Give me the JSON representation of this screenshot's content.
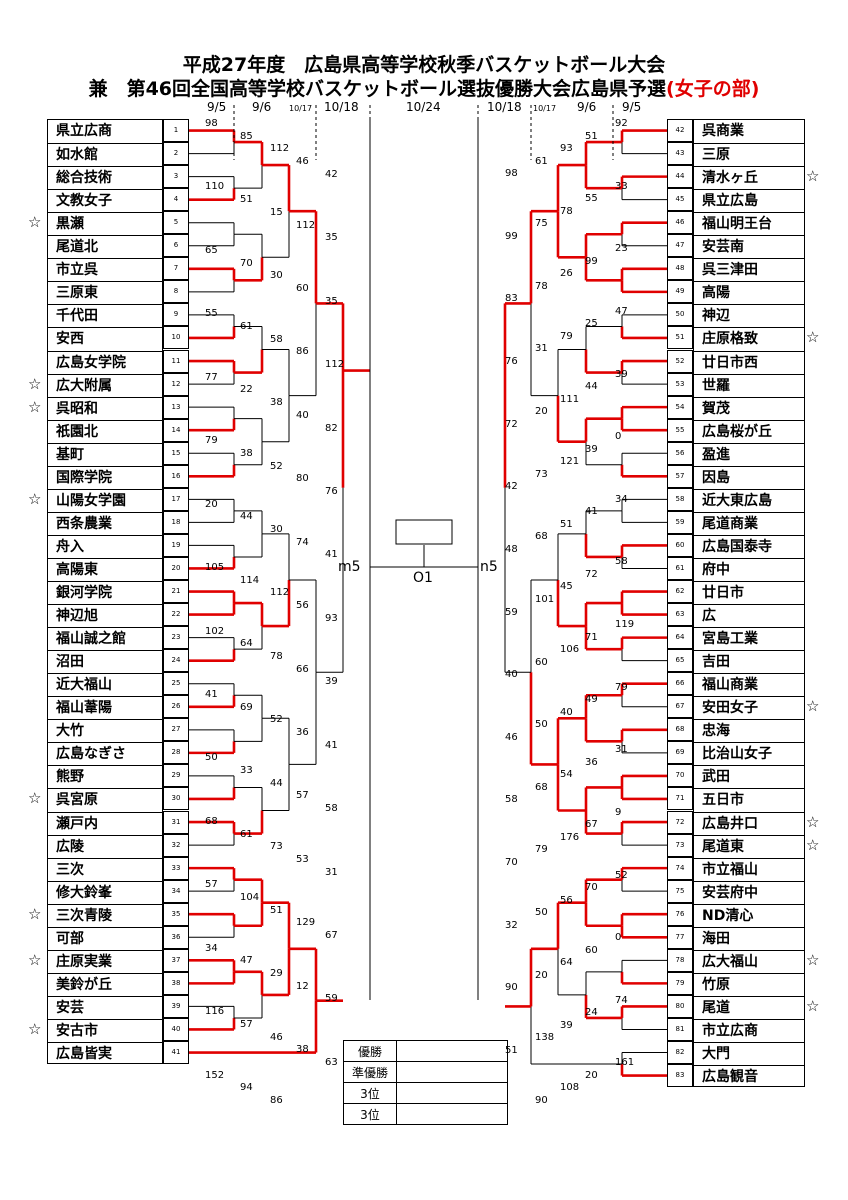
{
  "title_line1": "平成27年度　広島県高等学校秋季バスケットボール大会",
  "title_line2_black": "兼　第46回全国高等学校バスケットボール選抜優勝大会広島県予選",
  "title_line2_red": "(女子の部)",
  "dates_left": [
    "9/5",
    "9/6",
    "10/17",
    "10/18"
  ],
  "date_center": "10/24",
  "dates_right": [
    "10/18",
    "10/17",
    "9/6",
    "9/5"
  ],
  "left_teams": [
    {
      "seed": "1",
      "name": "県立広商",
      "star": false
    },
    {
      "seed": "2",
      "name": "如水館",
      "star": false
    },
    {
      "seed": "3",
      "name": "総合技術",
      "star": false
    },
    {
      "seed": "4",
      "name": "文教女子",
      "star": false
    },
    {
      "seed": "5",
      "name": "黒瀬",
      "star": true
    },
    {
      "seed": "6",
      "name": "尾道北",
      "star": false
    },
    {
      "seed": "7",
      "name": "市立呉",
      "star": false
    },
    {
      "seed": "8",
      "name": "三原東",
      "star": false
    },
    {
      "seed": "9",
      "name": "千代田",
      "star": false
    },
    {
      "seed": "10",
      "name": "安西",
      "star": false
    },
    {
      "seed": "11",
      "name": "広島女学院",
      "star": false
    },
    {
      "seed": "12",
      "name": "広大附属",
      "star": true
    },
    {
      "seed": "13",
      "name": "呉昭和",
      "star": true
    },
    {
      "seed": "14",
      "name": "祇園北",
      "star": false
    },
    {
      "seed": "15",
      "name": "基町",
      "star": false
    },
    {
      "seed": "16",
      "name": "国際学院",
      "star": false
    },
    {
      "seed": "17",
      "name": "山陽女学園",
      "star": true
    },
    {
      "seed": "18",
      "name": "西条農業",
      "star": false
    },
    {
      "seed": "19",
      "name": "舟入",
      "star": false
    },
    {
      "seed": "20",
      "name": "高陽東",
      "star": false
    },
    {
      "seed": "21",
      "name": "銀河学院",
      "star": false
    },
    {
      "seed": "22",
      "name": "神辺旭",
      "star": false
    },
    {
      "seed": "23",
      "name": "福山誠之館",
      "star": false
    },
    {
      "seed": "24",
      "name": "沼田",
      "star": false
    },
    {
      "seed": "25",
      "name": "近大福山",
      "star": false
    },
    {
      "seed": "26",
      "name": "福山葦陽",
      "star": false
    },
    {
      "seed": "27",
      "name": "大竹",
      "star": false
    },
    {
      "seed": "28",
      "name": "広島なぎさ",
      "star": false
    },
    {
      "seed": "29",
      "name": "熊野",
      "star": false
    },
    {
      "seed": "30",
      "name": "呉宮原",
      "star": true
    },
    {
      "seed": "31",
      "name": "瀬戸内",
      "star": false
    },
    {
      "seed": "32",
      "name": "広陵",
      "star": false
    },
    {
      "seed": "33",
      "name": "三次",
      "star": false
    },
    {
      "seed": "34",
      "name": "修大鈴峯",
      "star": false
    },
    {
      "seed": "35",
      "name": "三次青陵",
      "star": true
    },
    {
      "seed": "36",
      "name": "可部",
      "star": false
    },
    {
      "seed": "37",
      "name": "庄原実業",
      "star": true
    },
    {
      "seed": "38",
      "name": "美鈴が丘",
      "star": false
    },
    {
      "seed": "39",
      "name": "安芸",
      "star": false
    },
    {
      "seed": "40",
      "name": "安古市",
      "star": true
    },
    {
      "seed": "41",
      "name": "広島皆実",
      "star": false
    }
  ],
  "right_teams": [
    {
      "seed": "42",
      "name": "呉商業",
      "star": false
    },
    {
      "seed": "43",
      "name": "三原",
      "star": false
    },
    {
      "seed": "44",
      "name": "清水ヶ丘",
      "star": true
    },
    {
      "seed": "45",
      "name": "県立広島",
      "star": false
    },
    {
      "seed": "46",
      "name": "福山明王台",
      "star": false
    },
    {
      "seed": "47",
      "name": "安芸南",
      "star": false
    },
    {
      "seed": "48",
      "name": "呉三津田",
      "star": false
    },
    {
      "seed": "49",
      "name": "高陽",
      "star": false
    },
    {
      "seed": "50",
      "name": "神辺",
      "star": false
    },
    {
      "seed": "51",
      "name": "庄原格致",
      "star": true
    },
    {
      "seed": "52",
      "name": "廿日市西",
      "star": false
    },
    {
      "seed": "53",
      "name": "世羅",
      "star": false
    },
    {
      "seed": "54",
      "name": "賀茂",
      "star": false
    },
    {
      "seed": "55",
      "name": "広島桜が丘",
      "star": false
    },
    {
      "seed": "56",
      "name": "盈進",
      "star": false
    },
    {
      "seed": "57",
      "name": "因島",
      "star": false
    },
    {
      "seed": "58",
      "name": "近大東広島",
      "star": false
    },
    {
      "seed": "59",
      "name": "尾道商業",
      "star": false
    },
    {
      "seed": "60",
      "name": "広島国泰寺",
      "star": false
    },
    {
      "seed": "61",
      "name": "府中",
      "star": false
    },
    {
      "seed": "62",
      "name": "廿日市",
      "star": false
    },
    {
      "seed": "63",
      "name": "広",
      "star": false
    },
    {
      "seed": "64",
      "name": "宮島工業",
      "star": false
    },
    {
      "seed": "65",
      "name": "吉田",
      "star": false
    },
    {
      "seed": "66",
      "name": "福山商業",
      "star": false
    },
    {
      "seed": "67",
      "name": "安田女子",
      "star": true
    },
    {
      "seed": "68",
      "name": "忠海",
      "star": false
    },
    {
      "seed": "69",
      "name": "比治山女子",
      "star": false
    },
    {
      "seed": "70",
      "name": "武田",
      "star": false
    },
    {
      "seed": "71",
      "name": "五日市",
      "star": false
    },
    {
      "seed": "72",
      "name": "広島井口",
      "star": true
    },
    {
      "seed": "73",
      "name": "尾道東",
      "star": true
    },
    {
      "seed": "74",
      "name": "市立福山",
      "star": false
    },
    {
      "seed": "75",
      "name": "安芸府中",
      "star": false
    },
    {
      "seed": "76",
      "name": "ND清心",
      "star": false
    },
    {
      "seed": "77",
      "name": "海田",
      "star": false
    },
    {
      "seed": "78",
      "name": "広大福山",
      "star": true
    },
    {
      "seed": "79",
      "name": "竹原",
      "star": false
    },
    {
      "seed": "80",
      "name": "尾道",
      "star": true
    },
    {
      "seed": "81",
      "name": "市立広商",
      "star": false
    },
    {
      "seed": "82",
      "name": "大門",
      "star": false
    },
    {
      "seed": "83",
      "name": "広島観音",
      "star": false
    }
  ],
  "star_symbol": "☆",
  "left_scores": [
    "98",
    "85",
    "112",
    "46",
    "42",
    "110",
    "51",
    "15",
    "112",
    "35",
    "65",
    "70",
    "30",
    "60",
    "35",
    "55",
    "61",
    "58",
    "86",
    "112",
    "77",
    "22",
    "38",
    "40",
    "82",
    "79",
    "38",
    "52",
    "80",
    "76",
    "20",
    "44",
    "30",
    "74",
    "41",
    "105",
    "114",
    "112",
    "56",
    "93",
    "102",
    "64",
    "78",
    "66",
    "39",
    "41",
    "69",
    "52",
    "36",
    "41",
    "50",
    "33",
    "44",
    "57",
    "58",
    "68",
    "61",
    "73",
    "53",
    "31",
    "57",
    "104",
    "51",
    "129",
    "67",
    "34",
    "47",
    "29",
    "12",
    "59",
    "116",
    "57",
    "46",
    "38",
    "63",
    "152",
    "94",
    "86"
  ],
  "right_scores": [
    "92",
    "51",
    "93",
    "61",
    "98",
    "33",
    "55",
    "78",
    "75",
    "99",
    "23",
    "99",
    "26",
    "78",
    "83",
    "47",
    "25",
    "79",
    "31",
    "76",
    "39",
    "44",
    "111",
    "20",
    "72",
    "0",
    "39",
    "121",
    "73",
    "42",
    "34",
    "41",
    "51",
    "68",
    "48",
    "58",
    "72",
    "45",
    "101",
    "59",
    "119",
    "71",
    "106",
    "60",
    "40",
    "79",
    "49",
    "40",
    "50",
    "46",
    "31",
    "36",
    "54",
    "68",
    "58",
    "9",
    "67",
    "176",
    "79",
    "70",
    "52",
    "70",
    "56",
    "50",
    "32",
    "0",
    "60",
    "64",
    "20",
    "90",
    "74",
    "24",
    "39",
    "138",
    "51",
    "161",
    "20",
    "108",
    "90"
  ],
  "center": {
    "left_label": "m5",
    "right_label": "n5",
    "final_label": "O1"
  },
  "results": [
    {
      "label": "優勝",
      "value": ""
    },
    {
      "label": "準優勝",
      "value": ""
    },
    {
      "label": "3位",
      "value": ""
    },
    {
      "label": "3位",
      "value": ""
    }
  ],
  "colors": {
    "accent": "#e00000",
    "line": "#000000"
  }
}
